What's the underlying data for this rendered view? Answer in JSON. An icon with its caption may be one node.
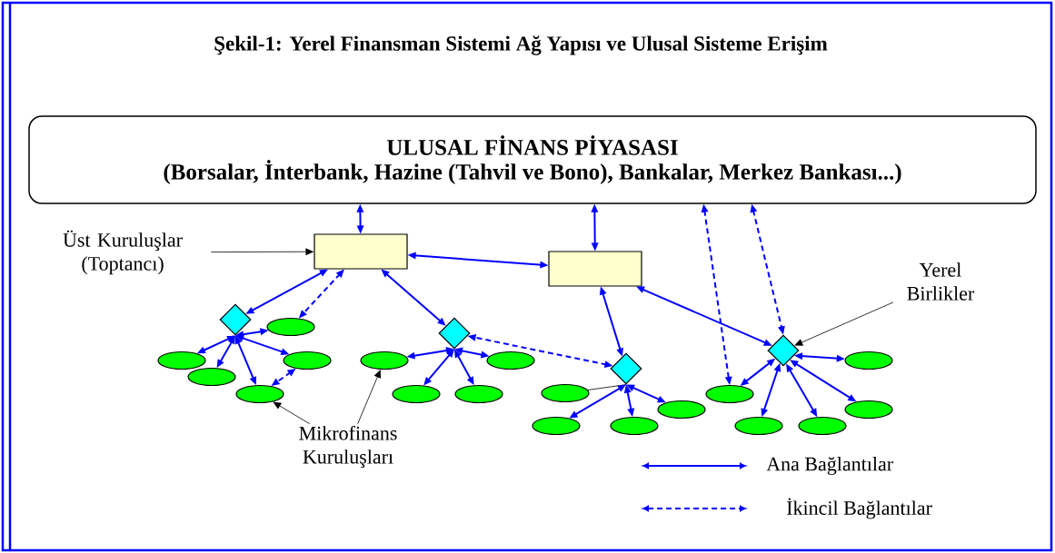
{
  "diagram": {
    "title": "Şekil-1: Yerel Finansman Sistemi Ağ Yapısı ve Ulusal Sisteme Erişim",
    "nodes": [
      {
        "text": [
          "ULUSAL FİNANS PİYASASI",
          "(Borsalar, İnterbank, Hazine (Tahvil ve Bono), Bankalar, Merkez Bankası...)"
        ]
      },
      {
        "text": [],
        "shape": "box"
      },
      {
        "text": [],
        "shape": "box"
      },
      {
        "text": [],
        "shape": "diamond"
      },
      {
        "text": [],
        "shape": "diamond"
      },
      {
        "text": [],
        "shape": "diamond"
      },
      {
        "text": [],
        "shape": "diamond"
      },
      {
        "text": [],
        "shape": "ellipse"
      },
      {
        "text": [],
        "shape": "ellipse"
      },
      {
        "text": [],
        "shape": "ellipse"
      },
      {
        "text": [],
        "shape": "ellipse"
      },
      {
        "text": [],
        "shape": "ellipse"
      },
      {
        "text": [],
        "shape": "ellipse"
      },
      {
        "text": [],
        "shape": "ellipse"
      },
      {
        "text": [],
        "shape": "ellipse"
      },
      {
        "text": [],
        "shape": "ellipse"
      },
      {
        "text": [],
        "shape": "ellipse"
      },
      {
        "text": [],
        "shape": "ellipse"
      },
      {
        "text": [],
        "shape": "ellipse"
      },
      {
        "text": [],
        "shape": "ellipse"
      },
      {
        "text": [],
        "shape": "ellipse"
      },
      {
        "text": [],
        "shape": "ellipse"
      },
      {
        "text": [],
        "shape": "ellipse"
      },
      {
        "text": [],
        "shape": "ellipse"
      },
      {
        "text": [],
        "shape": "ellipse"
      },
      {
        "text": [
          "Üst Kuruluşlar (Toptancı)"
        ]
      },
      {
        "text": [
          "Mikrofinans Kuruluşları"
        ]
      },
      {
        "text": [
          "Yerel Birlikler"
        ]
      }
    ],
    "edges": [
      {
        "from": 0,
        "to": 1,
        "arrow": "both"
      },
      {
        "from": 0,
        "to": 2,
        "arrow": "both"
      },
      {
        "from": 0,
        "to": 20,
        "arrow": "both",
        "style": "dashed"
      },
      {
        "from": 0,
        "to": 6,
        "arrow": "both",
        "style": "dashed"
      },
      {
        "from": 1,
        "to": 2,
        "arrow": "both"
      },
      {
        "from": 1,
        "to": 3,
        "arrow": "both"
      },
      {
        "from": 1,
        "to": 7,
        "arrow": "both",
        "style": "dashed"
      },
      {
        "from": 1,
        "to": 4,
        "arrow": "both"
      },
      {
        "from": 2,
        "to": 5,
        "arrow": "both"
      },
      {
        "from": 2,
        "to": 6,
        "arrow": "both"
      },
      {
        "from": 3,
        "to": 7,
        "arrow": "both"
      },
      {
        "from": 3,
        "to": 8,
        "arrow": "both"
      },
      {
        "from": 3,
        "to": 9,
        "arrow": "both"
      },
      {
        "from": 3,
        "to": 10,
        "arrow": "both"
      },
      {
        "from": 3,
        "to": 11,
        "arrow": "both"
      },
      {
        "from": 9,
        "to": 11,
        "arrow": "both",
        "style": "dashed"
      },
      {
        "from": 4,
        "to": 12,
        "arrow": "both"
      },
      {
        "from": 4,
        "to": 13,
        "arrow": "both"
      },
      {
        "from": 4,
        "to": 14,
        "arrow": "both"
      },
      {
        "from": 4,
        "to": 15,
        "arrow": "both"
      },
      {
        "from": 5,
        "to": 4,
        "arrow": "both",
        "style": "dashed"
      },
      {
        "from": 5,
        "to": 16,
        "arrow": "none",
        "color": "#000000"
      },
      {
        "from": 5,
        "to": 17,
        "arrow": "both"
      },
      {
        "from": 5,
        "to": 18,
        "arrow": "both"
      },
      {
        "from": 5,
        "to": 19,
        "arrow": "both"
      },
      {
        "from": 6,
        "to": 20,
        "arrow": "both"
      },
      {
        "from": 6,
        "to": 21,
        "arrow": "both"
      },
      {
        "from": 6,
        "to": 22,
        "arrow": "both"
      },
      {
        "from": 6,
        "to": 23,
        "arrow": "both"
      },
      {
        "from": 6,
        "to": 24,
        "arrow": "both"
      },
      {
        "from": 25,
        "to": 1,
        "arrow": "to",
        "color": "#000000"
      },
      {
        "from": 26,
        "to": 11,
        "arrow": "to",
        "color": "#000000"
      },
      {
        "from": 26,
        "to": 12,
        "arrow": "to",
        "color": "#000000"
      },
      {
        "from": 27,
        "to": 6,
        "arrow": "to",
        "color": "#000000"
      }
    ],
    "legend": [
      {
        "text": "Ana Bağlantılar"
      },
      {
        "text": "İkincil Bağlantılar"
      }
    ]
  }
}
